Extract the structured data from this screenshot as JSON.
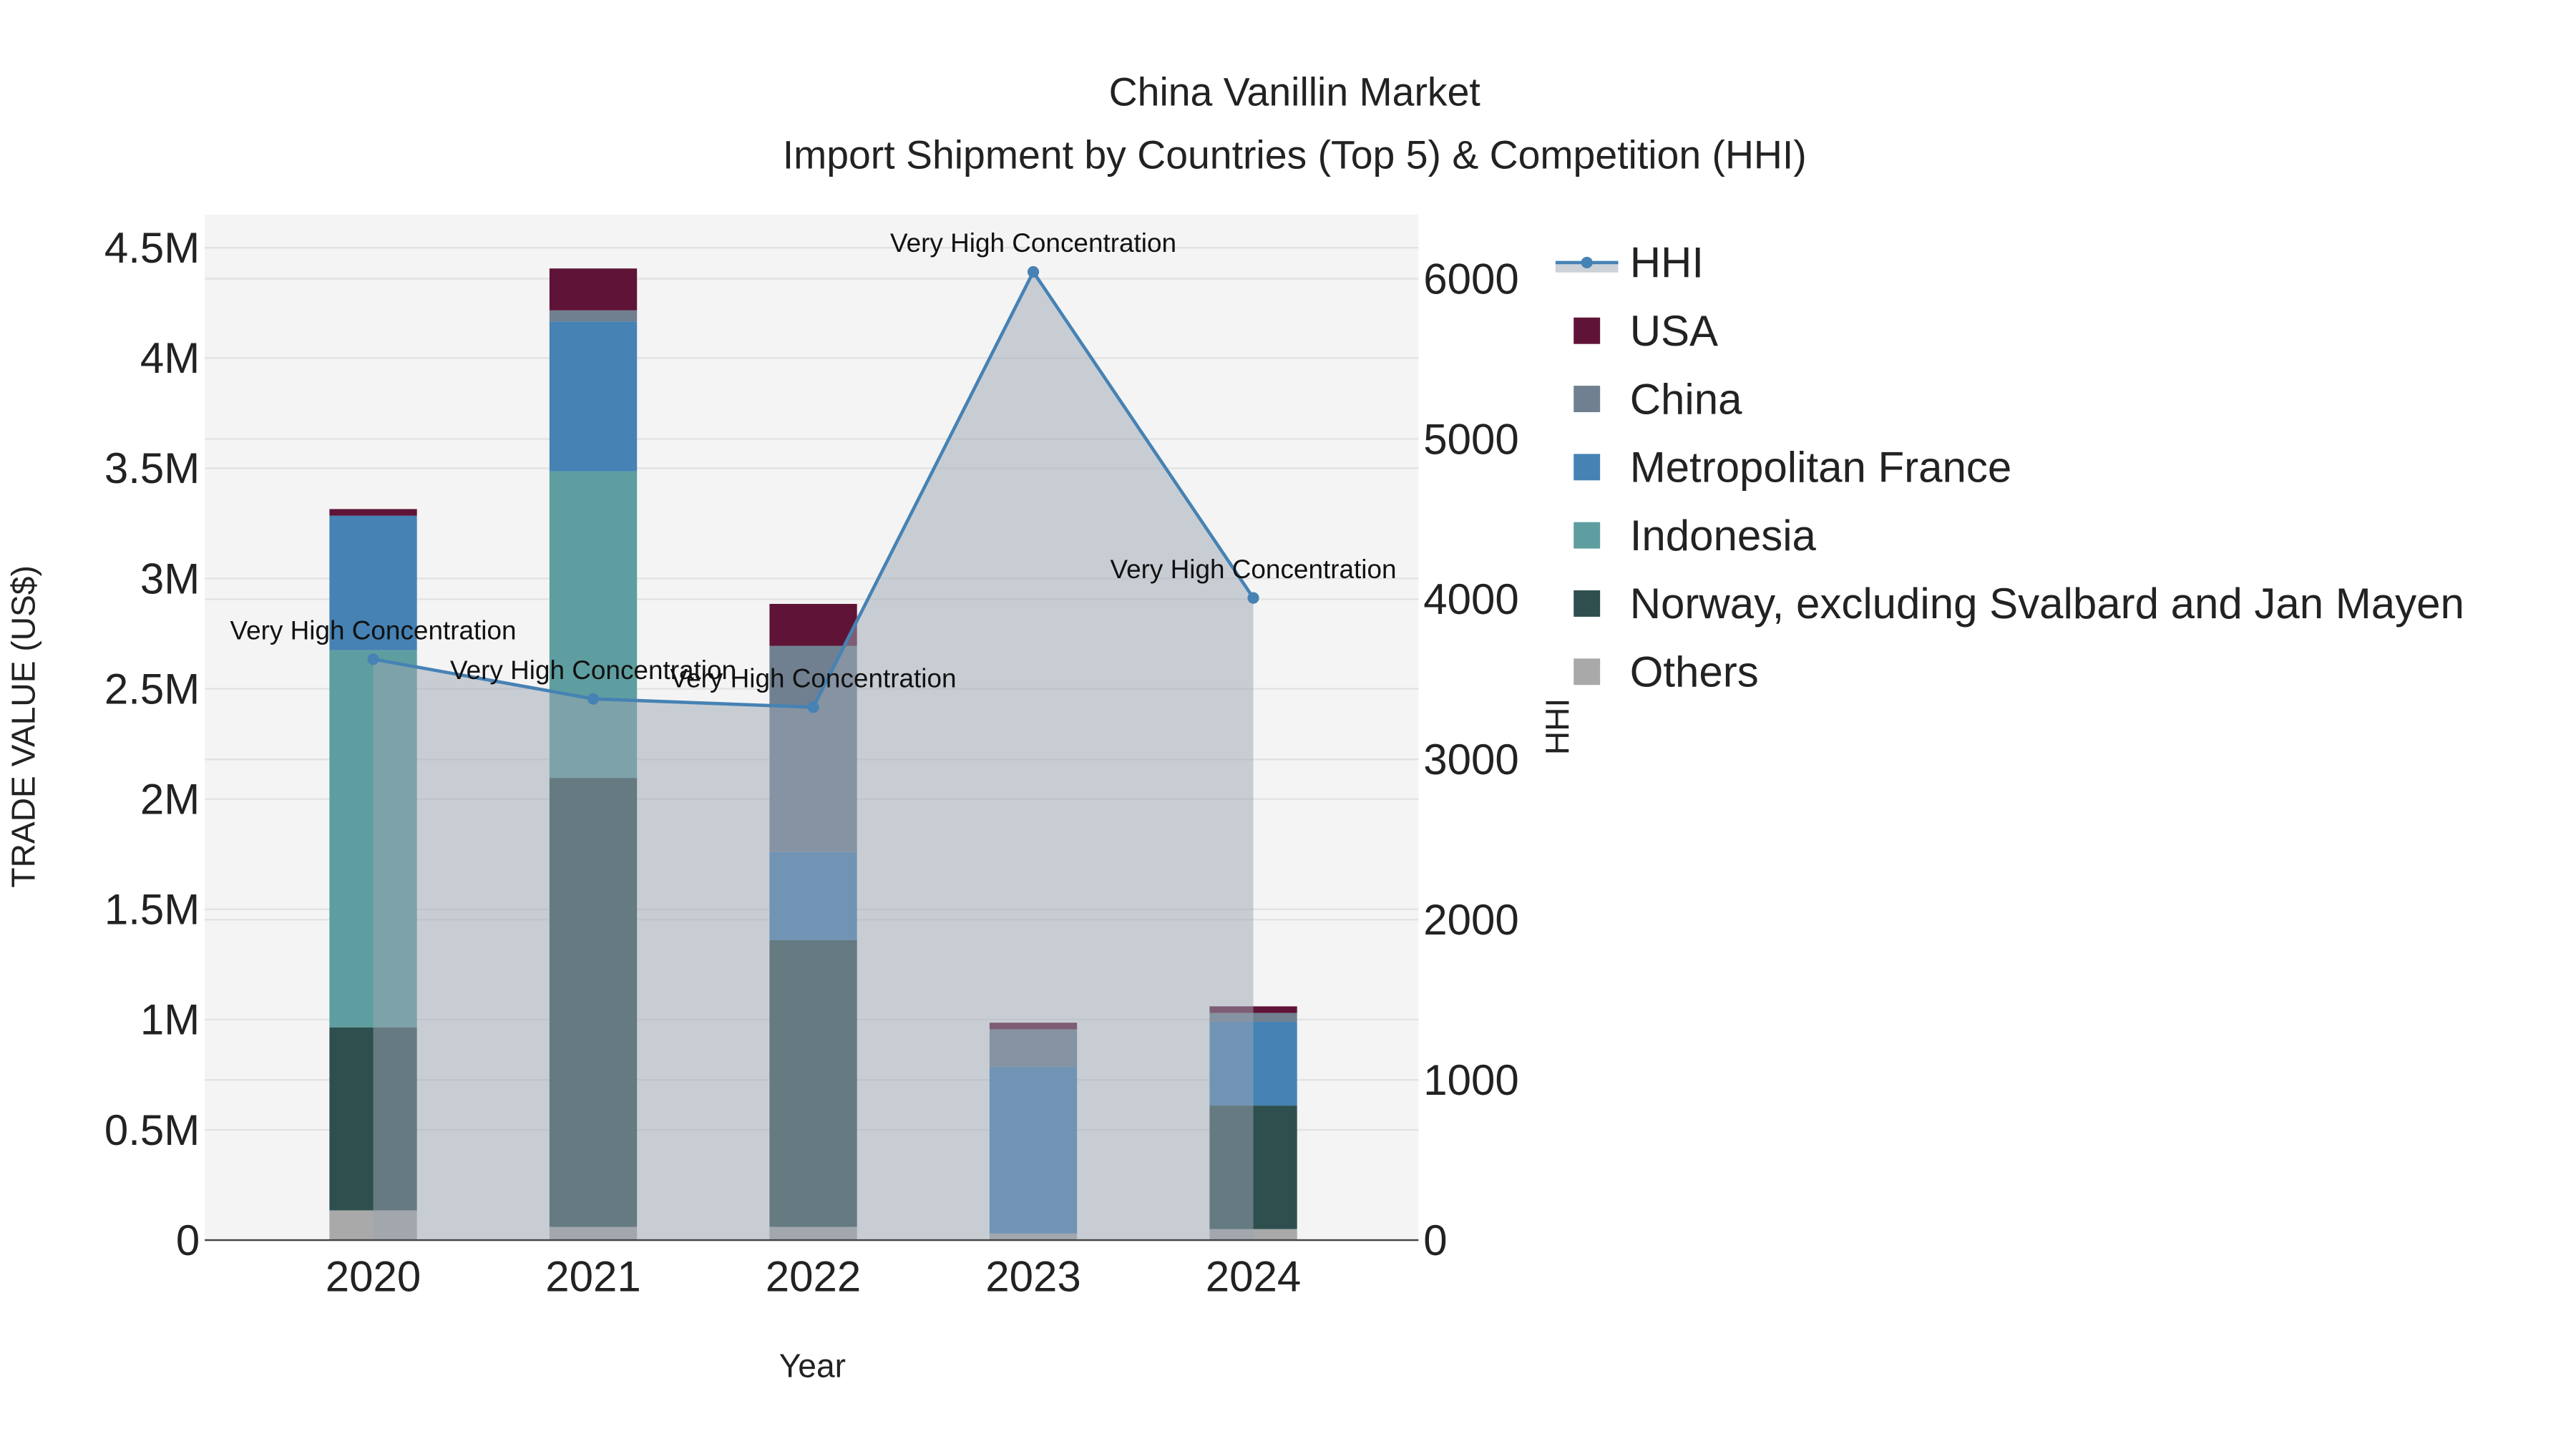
{
  "chart_data": {
    "type": "bar",
    "title": "China Vanillin Market",
    "subtitle": "Import Shipment by Countries (Top 5) & Competition (HHI)",
    "xlabel": "Year",
    "ylabel": "TRADE VALUE (US$)",
    "y2label": "HHI",
    "categories": [
      "2020",
      "2021",
      "2022",
      "2023",
      "2024"
    ],
    "ylim": [
      0,
      4650000
    ],
    "y2lim": [
      0,
      6400
    ],
    "yticks": [
      0,
      500000,
      1000000,
      1500000,
      2000000,
      2500000,
      3000000,
      3500000,
      4000000,
      4500000
    ],
    "ytick_labels": [
      "0",
      "0.5M",
      "1M",
      "1.5M",
      "2M",
      "2.5M",
      "3M",
      "3.5M",
      "4M",
      "4.5M"
    ],
    "y2ticks": [
      0,
      1000,
      2000,
      3000,
      4000,
      5000,
      6000
    ],
    "y2tick_labels": [
      "0",
      "1000",
      "2000",
      "3000",
      "4000",
      "5000",
      "6000"
    ],
    "grid": true,
    "stacked": true,
    "legend_position": "right",
    "series": [
      {
        "name": "Others",
        "color": "#a9a9a9",
        "values": [
          135000,
          60000,
          60000,
          30000,
          50000
        ]
      },
      {
        "name": "Norway, excluding Svalbard and Jan Mayen",
        "color": "#2f4f4f",
        "values": [
          830000,
          2036000,
          1300000,
          0,
          560000
        ]
      },
      {
        "name": "Indonesia",
        "color": "#5f9ea0",
        "values": [
          1710000,
          1390000,
          0,
          0,
          0
        ]
      },
      {
        "name": "Metropolitan France",
        "color": "#4682b4",
        "values": [
          610000,
          680000,
          400000,
          756000,
          380000
        ]
      },
      {
        "name": "China",
        "color": "#708090",
        "values": [
          0,
          50000,
          935000,
          170000,
          40000
        ]
      },
      {
        "name": "USA",
        "color": "#5f1437",
        "values": [
          30000,
          190000,
          190000,
          30000,
          30000
        ]
      }
    ],
    "hhi": {
      "name": "HHI",
      "type": "line+area",
      "color": "#4682b4",
      "values": [
        3626,
        3378,
        3326,
        6043,
        4008
      ],
      "annotations": [
        "Very High Concentration",
        "Very High Concentration",
        "Very High Concentration",
        "Very High Concentration",
        "Very High Concentration"
      ]
    },
    "legend_order": [
      "HHI",
      "USA",
      "China",
      "Metropolitan France",
      "Indonesia",
      "Norway, excluding Svalbard and Jan Mayen",
      "Others"
    ]
  }
}
